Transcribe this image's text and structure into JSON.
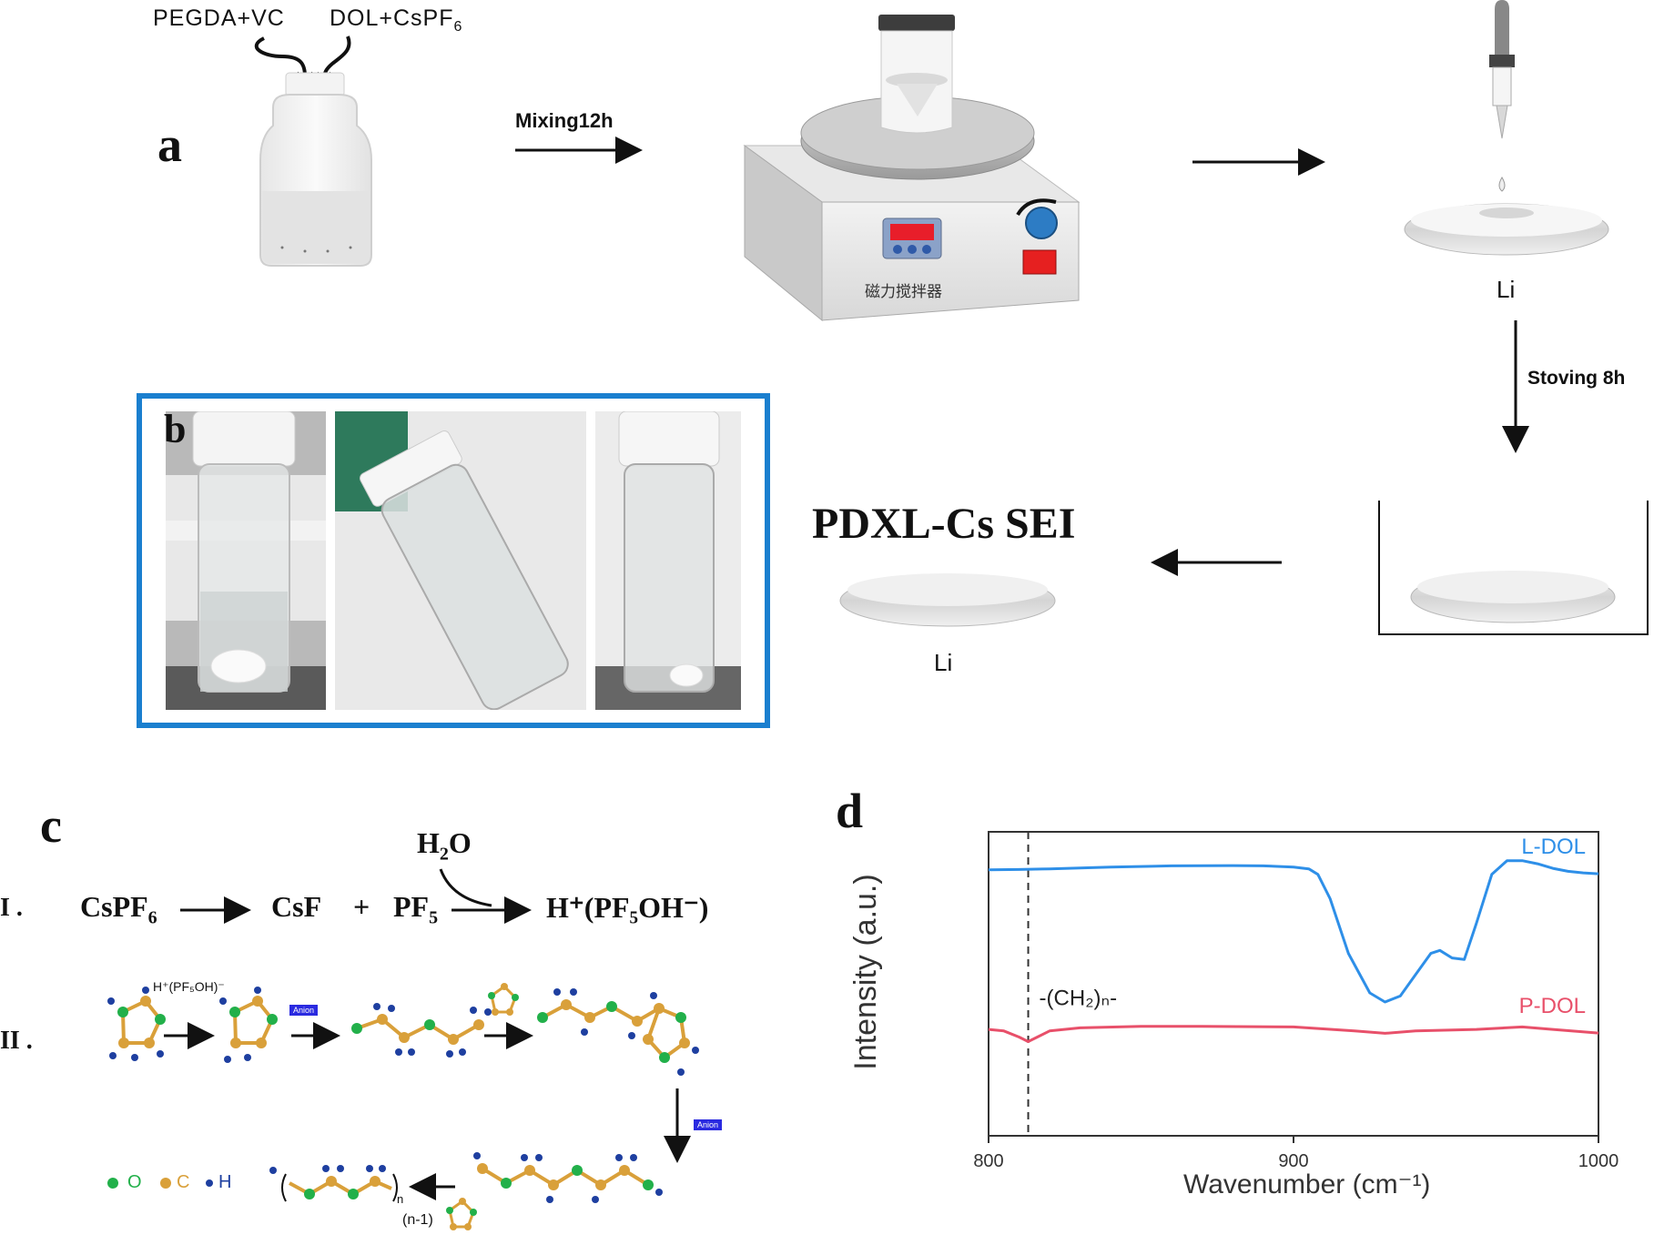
{
  "panel_a": {
    "letter": "a",
    "input1": "PEGDA+VC",
    "input2_main": "DOL+CsPF",
    "input2_sub": "6",
    "step1": "Mixing12h",
    "stirrer_label": "磁力搅拌器",
    "li_label_dish": "Li",
    "step_stoving": "Stoving 8h",
    "product": "PDXL-Cs SEI",
    "li_label_product": "Li"
  },
  "panel_b": {
    "letter": "b"
  },
  "panel_c": {
    "letter": "c",
    "reaction_I": {
      "numeral": "I .",
      "reactant_main": "CsPF",
      "reactant_sub": "6",
      "product1": "CsF",
      "plus": "+",
      "product2_main": "PF",
      "product2_sub": "5",
      "water_main": "H",
      "water_sub": "2",
      "water_end": "O",
      "final": "H⁺(PF₅OH⁻)"
    },
    "reaction_II": {
      "numeral": "II .",
      "initiator": "H⁺(PF₅OH)⁻",
      "anion_tag": "Anion",
      "repeat_subscript": "n",
      "n_minus_1": "(n-1)",
      "legend": [
        {
          "symbol": "O",
          "color": "#22b04a"
        },
        {
          "symbol": "C",
          "color": "#d9a03a"
        },
        {
          "symbol": "H",
          "color": "#1e3fa0"
        }
      ]
    }
  },
  "panel_d": {
    "letter": "d",
    "chart_data": {
      "type": "line",
      "xlabel": "Wavenumber (cm⁻¹)",
      "ylabel": "Intensity (a.u.)",
      "xlim": [
        800,
        1000
      ],
      "xticks": [
        800,
        900,
        1000
      ],
      "annotation": "-(CH₂)ₙ-",
      "marker_line_x": 813,
      "series": [
        {
          "name": "L-DOL",
          "color": "#2e8fe8",
          "x": [
            800,
            810,
            820,
            840,
            860,
            880,
            890,
            900,
            905,
            908,
            912,
            918,
            925,
            930,
            935,
            940,
            945,
            948,
            952,
            956,
            960,
            965,
            970,
            975,
            980,
            985,
            990,
            995,
            1000
          ],
          "y": [
            0.875,
            0.876,
            0.878,
            0.884,
            0.888,
            0.889,
            0.888,
            0.884,
            0.878,
            0.86,
            0.78,
            0.6,
            0.47,
            0.44,
            0.46,
            0.53,
            0.6,
            0.61,
            0.585,
            0.58,
            0.7,
            0.86,
            0.905,
            0.905,
            0.895,
            0.88,
            0.87,
            0.865,
            0.862
          ]
        },
        {
          "name": "P-DOL",
          "color": "#e8506a",
          "x": [
            800,
            805,
            810,
            813,
            816,
            820,
            830,
            850,
            870,
            900,
            920,
            930,
            940,
            960,
            975,
            985,
            1000
          ],
          "y": [
            0.35,
            0.345,
            0.325,
            0.31,
            0.325,
            0.345,
            0.355,
            0.36,
            0.36,
            0.358,
            0.345,
            0.337,
            0.345,
            0.35,
            0.358,
            0.35,
            0.338
          ]
        }
      ],
      "ylim": [
        0,
        1
      ],
      "legend_placement": "labels at line ends (right)",
      "grid": false
    }
  }
}
